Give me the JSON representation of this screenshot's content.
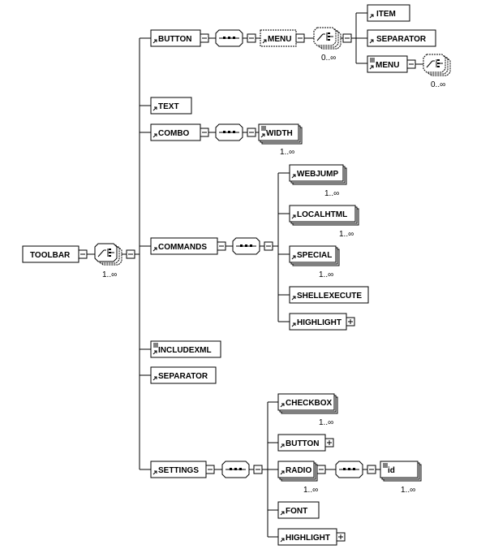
{
  "elements": {
    "toolbar": "TOOLBAR",
    "button": "BUTTON",
    "menu": "MENU",
    "item": "ITEM",
    "separator": "SEPARATOR",
    "menu_nested": "MENU",
    "text": "TEXT",
    "combo": "COMBO",
    "width": "WIDTH",
    "commands": "COMMANDS",
    "webjump": "WEBJUMP",
    "localhtml": "LOCALHTML",
    "special": "SPECIAL",
    "shellexecute": "SHELLEXECUTE",
    "highlight_cmd": "HIGHLIGHT",
    "includexml": "INCLUDEXML",
    "separator_top": "SEPARATOR",
    "settings": "SETTINGS",
    "checkbox": "CHECKBOX",
    "button_set": "BUTTON",
    "radio": "RADIO",
    "id": "id",
    "font": "FONT",
    "highlight_set": "HIGHLIGHT"
  },
  "occurrences": {
    "toolbar_choice": "1..∞",
    "button_choice": "0..∞",
    "menu_choice": "0..∞",
    "width": "1..∞",
    "webjump": "1..∞",
    "localhtml": "1..∞",
    "special": "1..∞",
    "checkbox": "1..∞",
    "radio": "1..∞",
    "id": "1..∞"
  }
}
